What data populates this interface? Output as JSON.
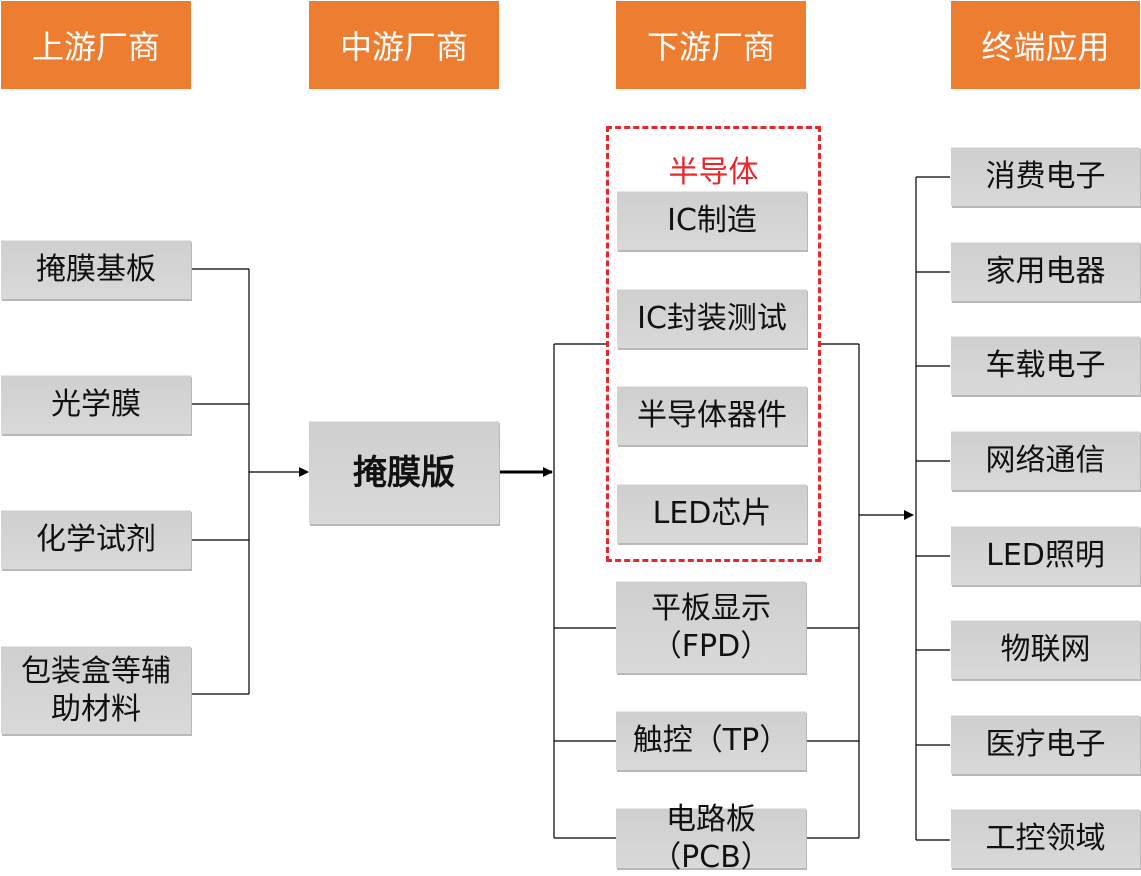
{
  "headers": {
    "upstream": "上游厂商",
    "midstream": "中游厂商",
    "downstream": "下游厂商",
    "terminal": "终端应用"
  },
  "upstream_items": [
    "掩膜基板",
    "光学膜",
    "化学试剂",
    "包装盒等辅助材料"
  ],
  "midstream_item": "掩膜版",
  "downstream": {
    "semiconductor_group_title": "半导体",
    "semiconductor_items": [
      "IC制造",
      "IC封装测试",
      "半导体器件",
      "LED芯片"
    ],
    "fpd": [
      "平板显示",
      "（FPD）"
    ],
    "tp": "触控（TP）",
    "pcb": "电路板（PCB）"
  },
  "terminal_items": [
    "消费电子",
    "家用电器",
    "车载电子",
    "网络通信",
    "LED照明",
    "物联网",
    "医疗电子",
    "工控领域"
  ],
  "colors": {
    "header_bg": "#ed7d31",
    "box_bg": "#d4d4d4",
    "group_border": "#e8262c"
  }
}
